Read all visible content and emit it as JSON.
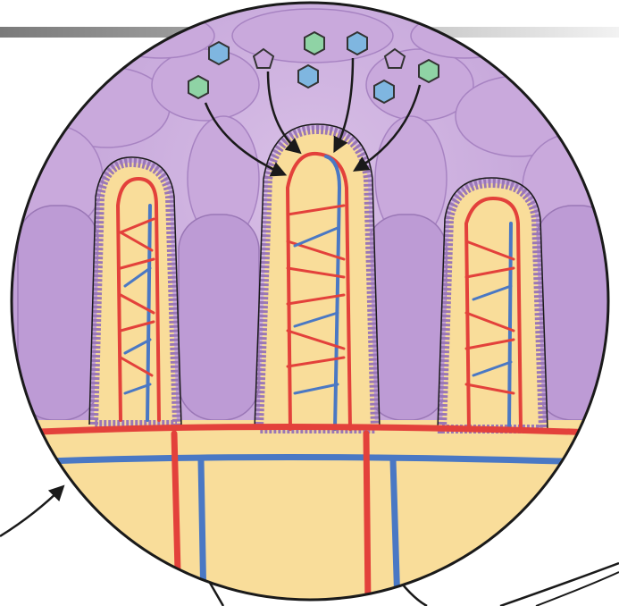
{
  "figure": {
    "subject": "intestinal-villi-cross-section",
    "colors": {
      "mucosa_purple": "#c7a6d8",
      "mucosa_dark": "#9a77b6",
      "lamina_propria": "#f9dd9a",
      "artery_red": "#e3413b",
      "vein_blue": "#4a78c4",
      "nutrient_green": "#8fd3a5",
      "nutrient_blue": "#7fb6e0",
      "nutrient_lilac": "#c9a7dc",
      "outline": "#1a1a1a"
    },
    "nutrient_molecules": [
      {
        "shape": "hexagon",
        "color": "blue"
      },
      {
        "shape": "pentagon",
        "color": "lilac"
      },
      {
        "shape": "hexagon",
        "color": "green"
      },
      {
        "shape": "hexagon",
        "color": "blue"
      },
      {
        "shape": "pentagon",
        "color": "lilac"
      },
      {
        "shape": "hexagon",
        "color": "green"
      },
      {
        "shape": "hexagon",
        "color": "blue"
      },
      {
        "shape": "hexagon",
        "color": "blue"
      },
      {
        "shape": "hexagon",
        "color": "green"
      }
    ],
    "absorption_arrow_count": 4,
    "villus_count": 3
  }
}
